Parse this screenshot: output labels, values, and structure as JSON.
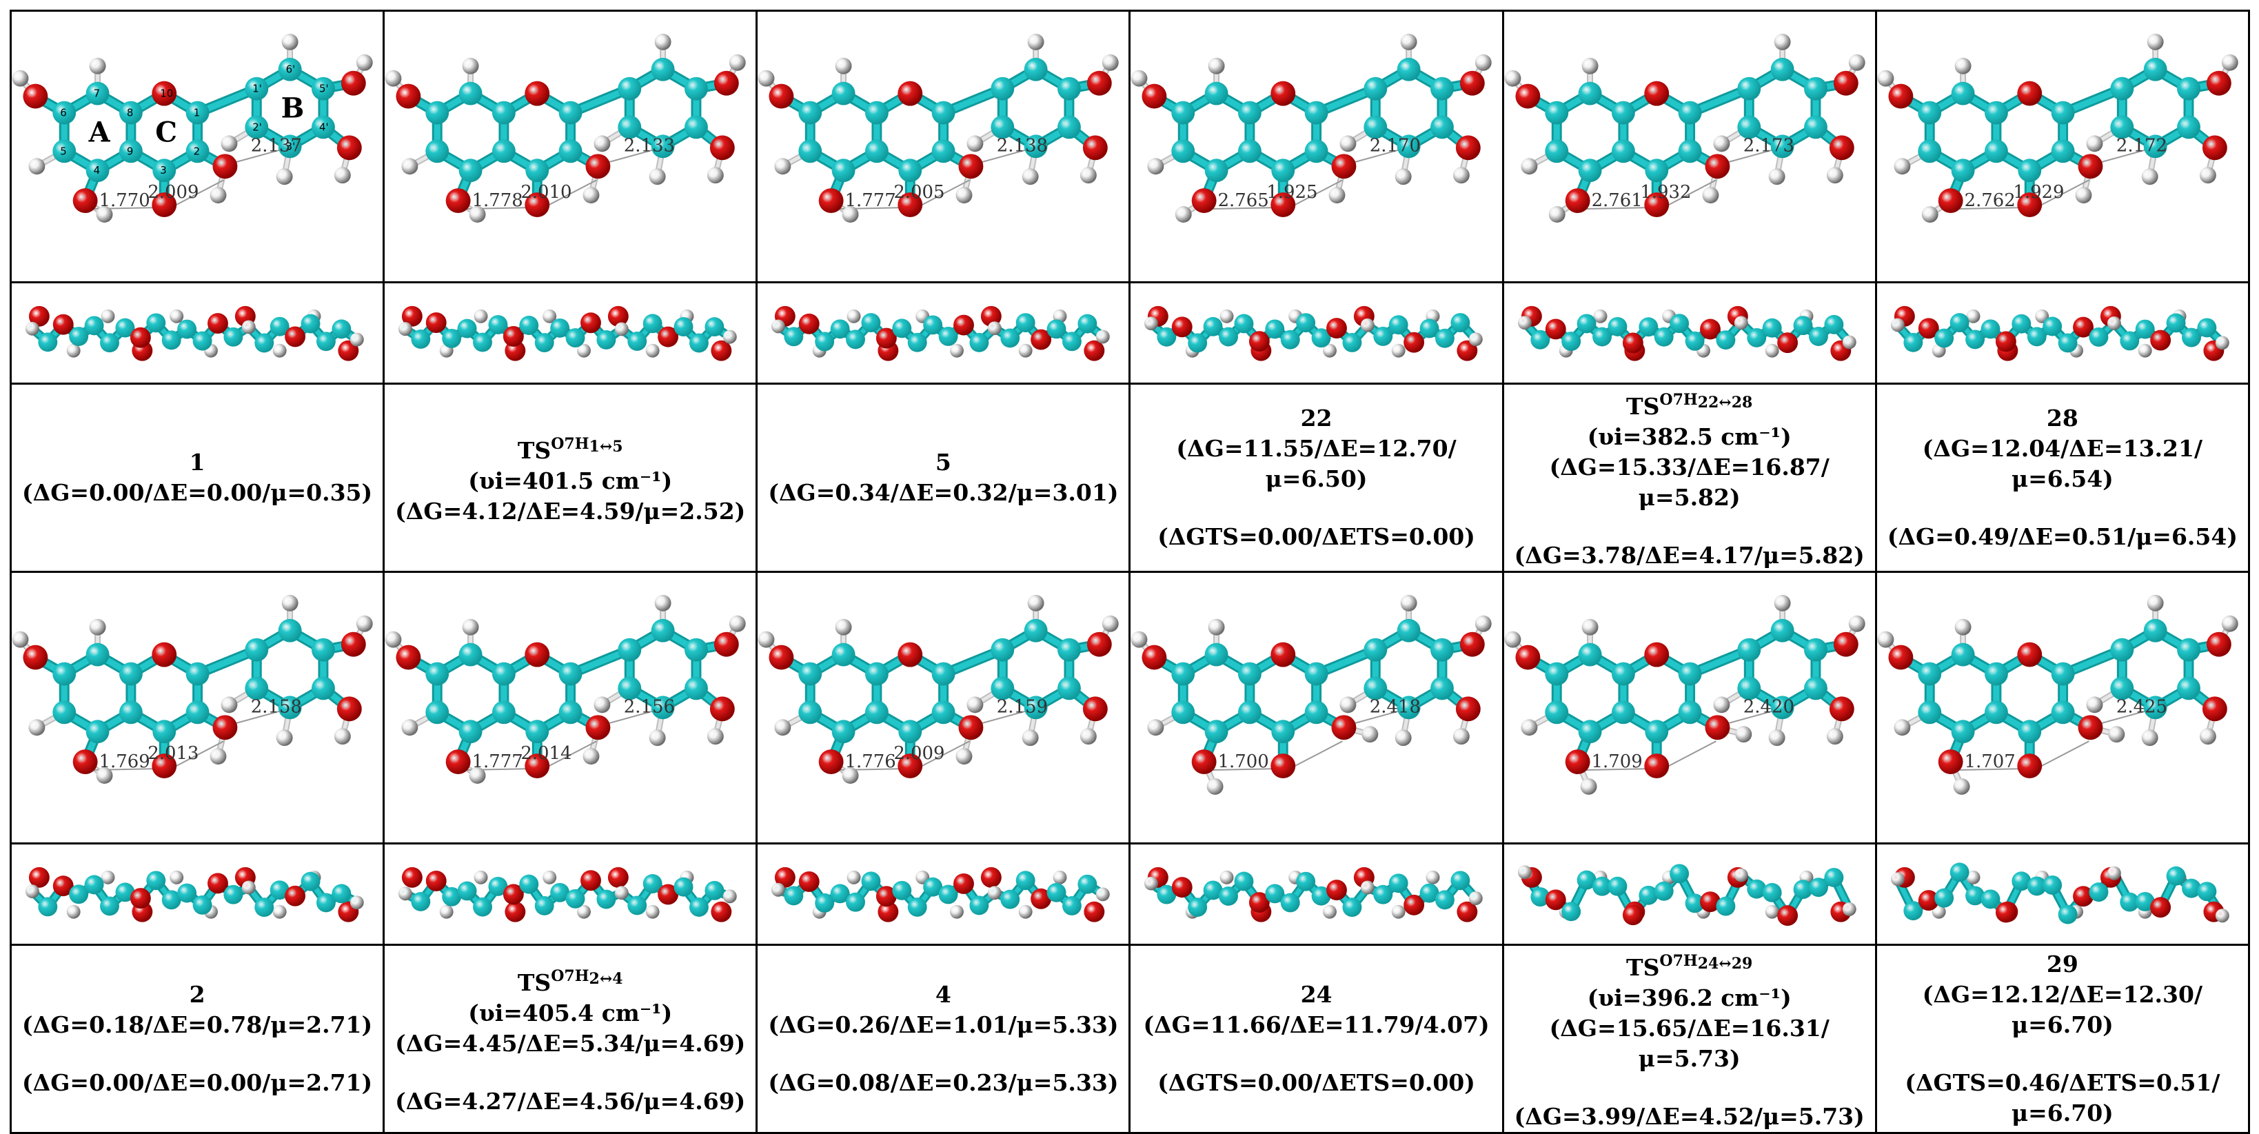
{
  "colors": {
    "carbon": "#22c6c9",
    "carbon_dark": "#0f9a9c",
    "oxygen": "#e01818",
    "oxygen_dark": "#8a0000",
    "hydrogen": "#c8c8c8",
    "hydrogen_dark": "#6a6a6a",
    "hbond": "#9a9a9a",
    "border": "#000000"
  },
  "ring_labels": [
    "A",
    "C",
    "B"
  ],
  "atom_numbers": [
    "4",
    "5",
    "6",
    "7",
    "8",
    "9",
    "10",
    "1",
    "2",
    "3",
    "1'",
    "2'",
    "3'",
    "4'",
    "5'",
    "6'"
  ],
  "top_molecules": [
    {
      "id": "m1",
      "d1": "1.770",
      "d2": "2.009",
      "d3": "2.137"
    },
    {
      "id": "ts15",
      "d1": "1.778",
      "d2": "2.010",
      "d3": "2.133"
    },
    {
      "id": "m5",
      "d1": "1.777",
      "d2": "2.005",
      "d3": "2.138"
    },
    {
      "id": "m22",
      "d1": "2.765",
      "d2": "1.925",
      "d3": "2.170"
    },
    {
      "id": "ts2228",
      "d1": "2.761",
      "d2": "1.932",
      "d3": "2.173"
    },
    {
      "id": "m28",
      "d1": "2.762",
      "d2": "1.929",
      "d3": "2.172"
    }
  ],
  "bottom_molecules": [
    {
      "id": "m2",
      "d1": "1.769",
      "d2": "2.013",
      "d3": "2.158"
    },
    {
      "id": "ts24",
      "d1": "1.777",
      "d2": "2.014",
      "d3": "2.156"
    },
    {
      "id": "m4",
      "d1": "1.776",
      "d2": "2.009",
      "d3": "2.159"
    },
    {
      "id": "m24",
      "d1": "1.700",
      "d2": "",
      "d3": "2.418"
    },
    {
      "id": "ts2429",
      "d1": "1.709",
      "d2": "",
      "d3": "2.420"
    },
    {
      "id": "m29",
      "d1": "1.707",
      "d2": "",
      "d3": "2.425"
    }
  ],
  "labels_top": [
    {
      "title": "1",
      "lines": [
        "(ΔG=0.00/ΔE=0.00/μ=0.35)"
      ]
    },
    {
      "ts": {
        "prefix": "TS",
        "sup": "O7H",
        "sub": "1↔5"
      },
      "lines": [
        "(υi=401.5 cm⁻¹)",
        "(ΔG=4.12/ΔE=4.59/μ=2.52)"
      ]
    },
    {
      "title": "5",
      "lines": [
        "(ΔG=0.34/ΔE=0.32/μ=3.01)"
      ]
    },
    {
      "title": "22",
      "lines": [
        "(ΔG=11.55/ΔE=12.70/μ=6.50)",
        "",
        "(ΔGTS=0.00/ΔETS=0.00)"
      ]
    },
    {
      "ts": {
        "prefix": "TS",
        "sup": "O7H",
        "sub": "22↔28"
      },
      "lines": [
        "(υi=382.5 cm⁻¹)",
        "(ΔG=15.33/ΔE=16.87/μ=5.82)",
        "",
        "(ΔG=3.78/ΔE=4.17/μ=5.82)"
      ]
    },
    {
      "title": "28",
      "lines": [
        "(ΔG=12.04/ΔE=13.21/μ=6.54)",
        "",
        "(ΔG=0.49/ΔE=0.51/μ=6.54)"
      ]
    }
  ],
  "labels_bottom": [
    {
      "title": "2",
      "lines": [
        "(ΔG=0.18/ΔE=0.78/μ=2.71)",
        "",
        "(ΔG=0.00/ΔE=0.00/μ=2.71)"
      ]
    },
    {
      "ts": {
        "prefix": "TS",
        "sup": "O7H",
        "sub": "2↔4"
      },
      "lines": [
        "(υi=405.4 cm⁻¹)",
        "(ΔG=4.45/ΔE=5.34/μ=4.69)",
        "",
        "(ΔG=4.27/ΔE=4.56/μ=4.69)"
      ]
    },
    {
      "title": "4",
      "lines": [
        "(ΔG=0.26/ΔE=1.01/μ=5.33)",
        "",
        "(ΔG=0.08/ΔE=0.23/μ=5.33)"
      ]
    },
    {
      "title": "24",
      "lines": [
        "(ΔG=11.66/ΔE=11.79/4.07)",
        "",
        "(ΔGTS=0.00/ΔETS=0.00)"
      ]
    },
    {
      "ts": {
        "prefix": "TS",
        "sup": "O7H",
        "sub": "24↔29"
      },
      "lines": [
        "(υi=396.2 cm⁻¹)",
        "(ΔG=15.65/ΔE=16.31/μ=5.73)",
        "",
        "(ΔG=3.99/ΔE=4.52/μ=5.73)"
      ]
    },
    {
      "title": "29",
      "lines": [
        "(ΔG=12.12/ΔE=12.30/μ=6.70)",
        "",
        "(ΔGTS=0.46/ΔETS=0.51/μ=6.70)"
      ]
    }
  ]
}
